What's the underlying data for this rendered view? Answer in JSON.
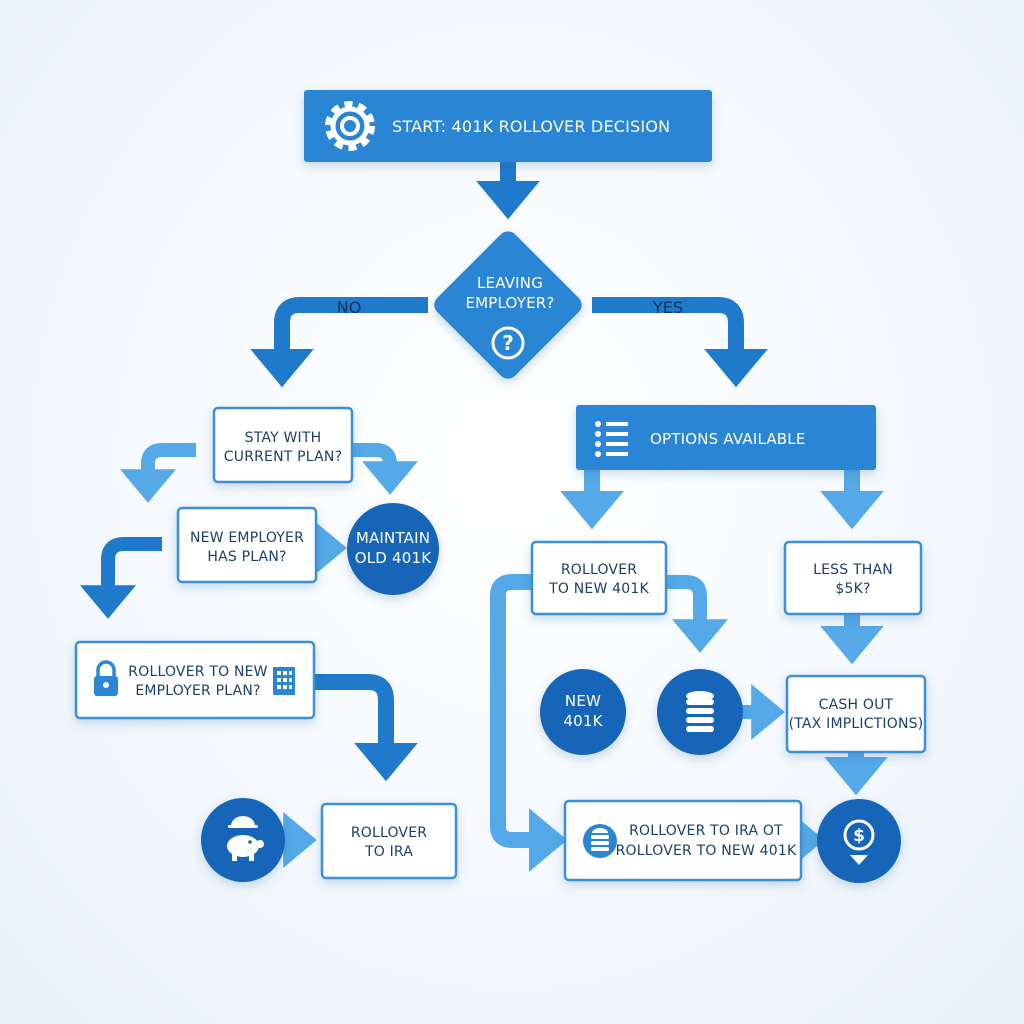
{
  "colors": {
    "primary": "#2b86d4",
    "light": "#5bb0ea",
    "dark": "#1565b9",
    "box_border": "#3d8fd8",
    "text": "#1b3f6b"
  },
  "nodes": {
    "start": {
      "label": "START: 401K ROLLOVER DECISION",
      "icon": "gear-icon"
    },
    "leaving": {
      "line1": "LEAVING",
      "line2": "EMPLOYER?",
      "icon": "question-icon"
    },
    "stay": {
      "line1": "STAY WITH",
      "line2": "CURRENT PLAN?"
    },
    "new_has_plan": {
      "line1": "NEW EMPLOYER",
      "line2": "HAS PLAN?"
    },
    "maintain": {
      "line1": "MAINTAIN",
      "line2": "OLD 401K"
    },
    "rollover_new_plan": {
      "line1": "ROLLOVER TO NEW",
      "line2": "EMPLOYER PLAN?",
      "icon_left": "lock-icon",
      "icon_right": "building-icon"
    },
    "piggy": {
      "icon": "piggy-bank-icon"
    },
    "rollover_ira": {
      "line1": "ROLLOVER",
      "line2": "TO IRA"
    },
    "options": {
      "label": "OPTIONS AVAILABLE",
      "icon": "list-icon"
    },
    "rollover_new_401k": {
      "line1": "ROLLOVER",
      "line2": "TO NEW 401K"
    },
    "less_5k": {
      "line1": "LESS THAN",
      "line2": "$5K?"
    },
    "new_401k": {
      "line1": "NEW",
      "line2": "401K"
    },
    "coins": {
      "icon": "coins-icon"
    },
    "cash_out": {
      "line1": "CASH OUT",
      "line2": "(TAX IMPLICTIONS)"
    },
    "rollover_ira_or": {
      "line1": "ROLLOVER TO IRA OT",
      "line2": "ROLLOVER TO NEW 401K",
      "icon": "stack-icon"
    },
    "dollar": {
      "icon": "dollar-icon"
    }
  },
  "edges": {
    "no": "NO",
    "yes": "YES"
  }
}
